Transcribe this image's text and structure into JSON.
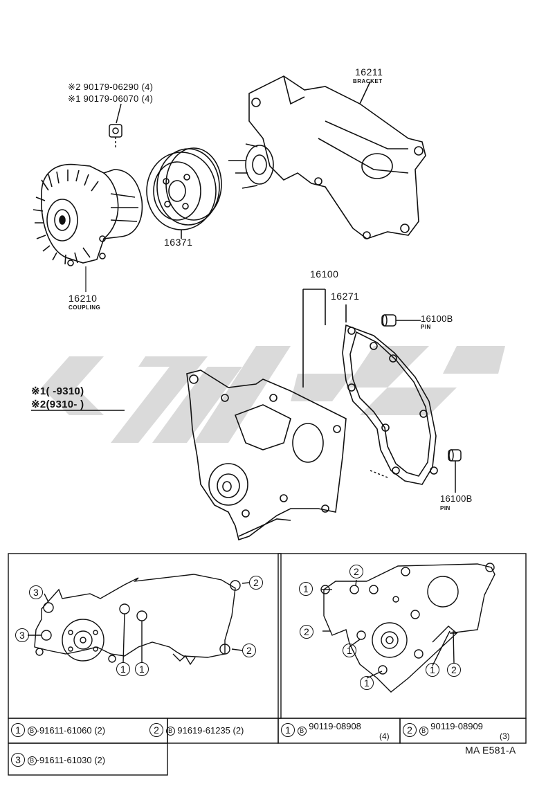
{
  "labels": {
    "bolt_note_2": "※2 90179-06290 (4)",
    "bolt_note_1": "※1 90179-06070 (4)",
    "bracket_no": "16211",
    "bracket_name": "BRACKET",
    "pulley_no": "16371",
    "coupling_no": "16210",
    "coupling_name": "COUPLING",
    "pump_no": "16100",
    "gasket_no": "16271",
    "pin_top_no": "16100B",
    "pin_top_name": "PIN",
    "pin_bottom_no": "16100B",
    "pin_bottom_name": "PIN",
    "note_1": "※1(      -9310)",
    "note_2": "※2(9310-        )"
  },
  "callouts": {
    "c1": "1",
    "c2": "2",
    "c3": "3"
  },
  "table": {
    "row1": {
      "n1": "1",
      "b1": "B",
      "p1": "-91611-61060 (2)",
      "n2": "2",
      "b2": "B",
      "p2": "91619-61235 (2)",
      "n3": "1",
      "b3": "B",
      "p3": "90119-08908",
      "q3": "(4)",
      "n4": "2",
      "b4": "B",
      "p4": "90119-08909",
      "q4": "(3)"
    },
    "row2": {
      "n1": "3",
      "b1": "B",
      "p1": "-91611-61030 (2)"
    },
    "ref": "MA E581-A"
  }
}
